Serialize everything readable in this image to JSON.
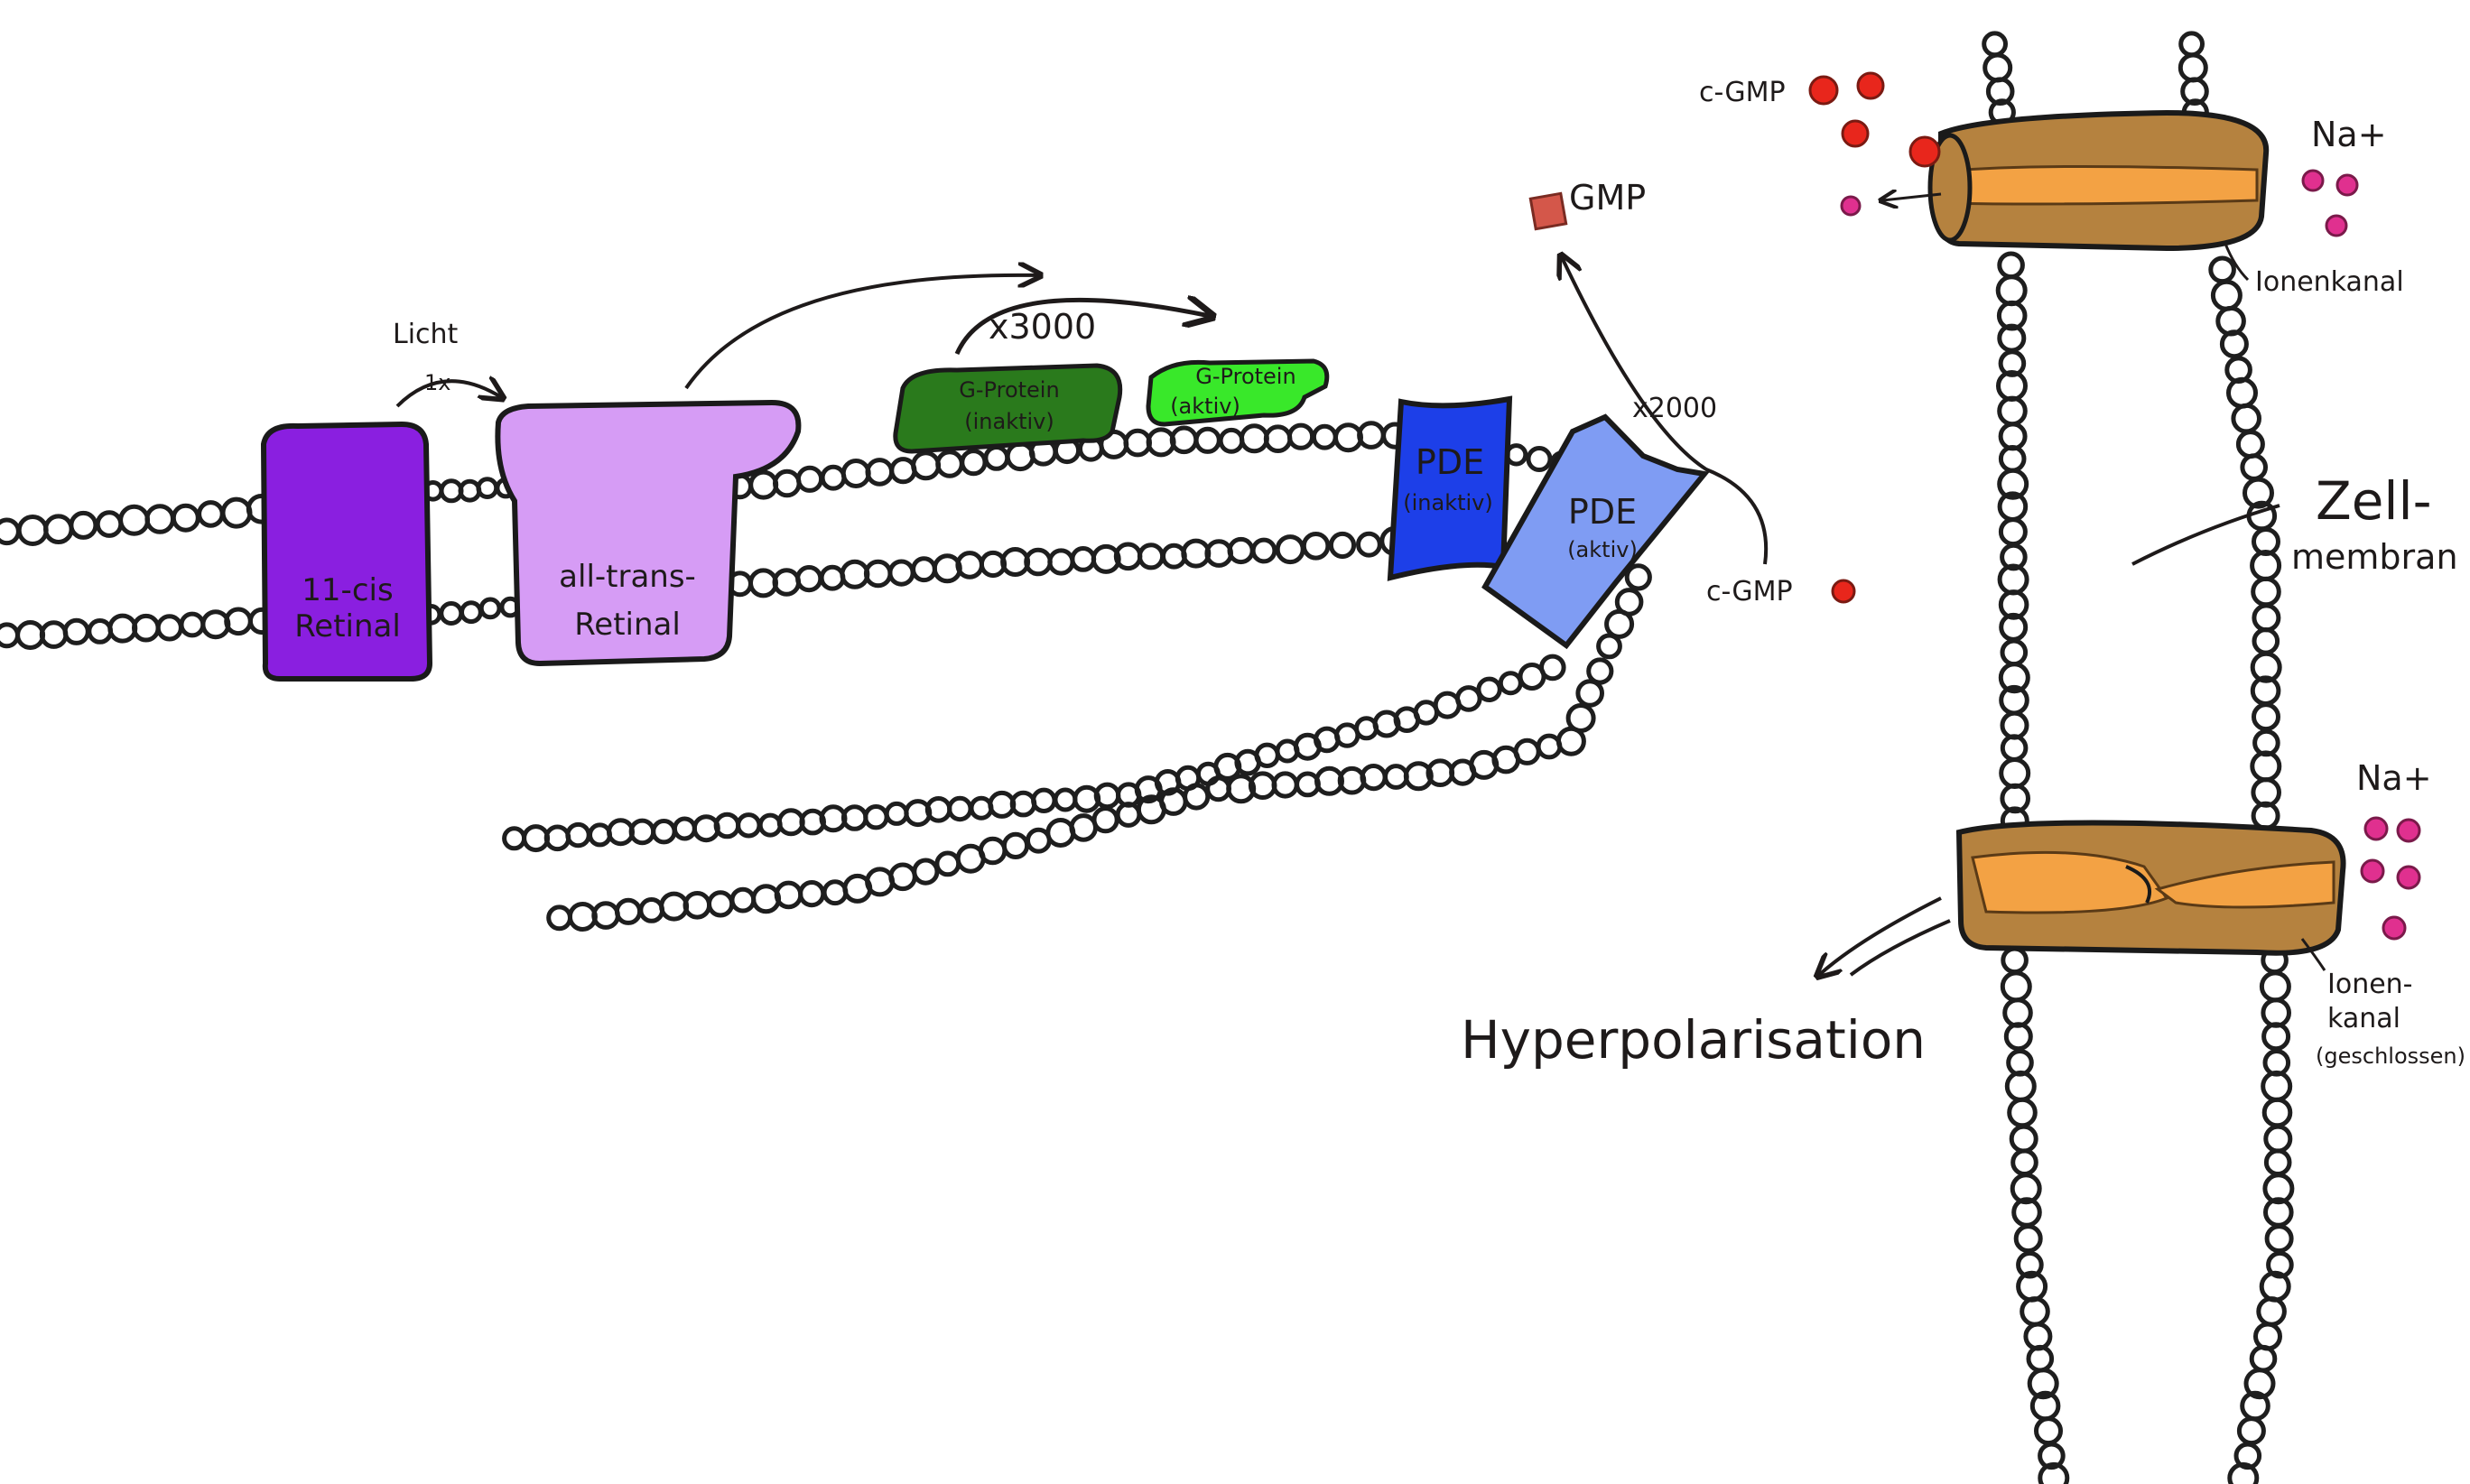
{
  "labels": {
    "licht": "Licht",
    "licht_count": "1x",
    "x3000": "x3000",
    "x2000": "x2000",
    "gmp": "GMP",
    "cgmp_top": "c-GMP",
    "cgmp_mid": "c-GMP",
    "na_top": "Na+",
    "na_bottom": "Na+",
    "ionenkanal": "Ionenkanal",
    "zellmembran_1": "Zell-",
    "zellmembran_2": "membran",
    "ionenkanal2_1": "Ionen-",
    "ionenkanal2_2": "kanal",
    "ionenkanal2_3": "(geschlossen)",
    "hyperpolarisation": "Hyperpolarisation"
  },
  "proteins": {
    "cis_retinal_1": "11-cis",
    "cis_retinal_2": "Retinal",
    "trans_retinal_1": "all-trans-",
    "trans_retinal_2": "Retinal",
    "gprotein_inactive_1": "G-Protein",
    "gprotein_inactive_2": "(inaktiv)",
    "gprotein_active_1": "G-Protein",
    "gprotein_active_2": "(aktiv)",
    "pde_inactive_1": "PDE",
    "pde_inactive_2": "(inaktiv)",
    "pde_active_1": "PDE",
    "pde_active_2": "(aktiv)"
  },
  "colors": {
    "cis_retinal": "#8a1fe0",
    "trans_retinal": "#d69cf5",
    "gprotein_inactive": "#2a7a1c",
    "gprotein_active": "#39e82a",
    "pde_inactive": "#1d3fe8",
    "pde_active": "#7f9cf3",
    "channel": "#b5823f",
    "channel_core": "#f3a244",
    "cgmp": "#e8261c",
    "sodium": "#e0308f",
    "gmp": "#d4574a",
    "bead": "#1e1e1e"
  }
}
